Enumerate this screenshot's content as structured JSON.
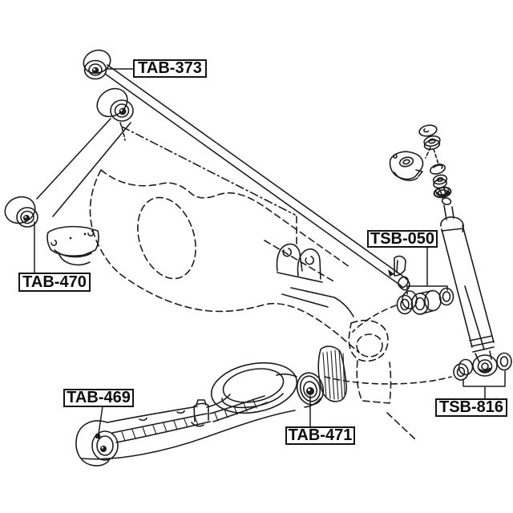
{
  "diagram": {
    "type": "exploded-suspension-parts-diagram",
    "bg_color": "#ffffff",
    "line_color": "#1c1c1c",
    "labels": [
      {
        "id": "tab-373",
        "text": "TAB-373"
      },
      {
        "id": "tab-470",
        "text": "TAB-470"
      },
      {
        "id": "tsb-050",
        "text": "TSB-050"
      },
      {
        "id": "tab-469",
        "text": "TAB-469"
      },
      {
        "id": "tab-471",
        "text": "TAB-471"
      },
      {
        "id": "tsb-816",
        "text": "TSB-816"
      }
    ]
  }
}
